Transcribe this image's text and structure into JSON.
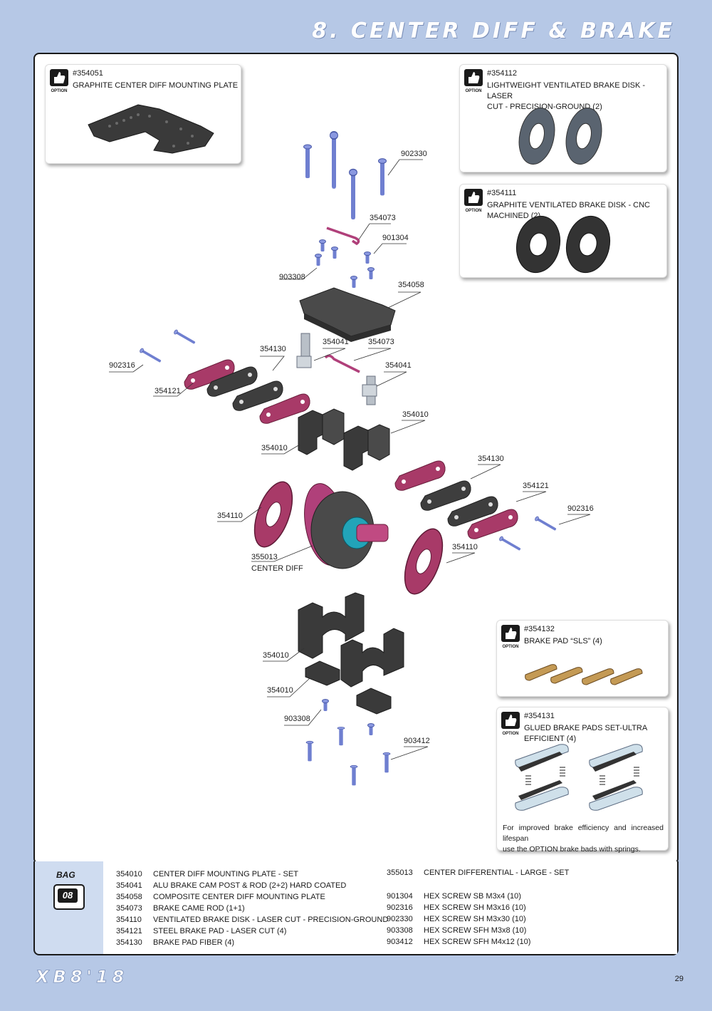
{
  "header": {
    "title": "8. CENTER DIFF & BRAKE"
  },
  "options": [
    {
      "id": "opt1",
      "tag": "OPTION",
      "number": "#354051",
      "name_lines": [
        "GRAPHITE CENTER DIFF MOUNTING PLATE"
      ]
    },
    {
      "id": "opt2",
      "tag": "OPTION",
      "number": "#354112",
      "name_lines": [
        "LIGHTWEIGHT VENTILATED BRAKE DISK - LASER",
        "CUT - PRECISION-GROUND (2)"
      ]
    },
    {
      "id": "opt3",
      "tag": "OPTION",
      "number": "#354111",
      "name_lines": [
        "GRAPHITE VENTILATED BRAKE DISK - CNC MACHINED (2)"
      ]
    },
    {
      "id": "opt4",
      "tag": "OPTION",
      "number": "#354132",
      "name_lines": [
        "BRAKE PAD “SLS” (4)"
      ]
    },
    {
      "id": "opt5",
      "tag": "OPTION",
      "number": "#354131",
      "name_lines": [
        "GLUED BRAKE PADS SET-ULTRA EFFICIENT (4)"
      ],
      "note_lines": [
        "For improved brake efficiency and increased lifespan",
        "use the OPTION brake bads with springs."
      ]
    }
  ],
  "callouts": [
    "902330",
    "354073",
    "901304",
    "903308",
    "354058",
    "354130",
    "354041",
    "354073",
    "354041",
    "902316",
    "354121",
    "354010",
    "354010",
    "354130",
    "354121",
    "902316",
    "354110",
    "354110",
    "355013",
    "CENTER DIFF",
    "354010",
    "354010",
    "903308",
    "903412"
  ],
  "bag": {
    "label": "BAG",
    "number": "08"
  },
  "parts_left": [
    {
      "code": "354010",
      "desc": "CENTER DIFF MOUNTING PLATE - SET"
    },
    {
      "code": "354041",
      "desc": "ALU BRAKE CAM POST & ROD (2+2) HARD COATED"
    },
    {
      "code": "354058",
      "desc": "COMPOSITE CENTER DIFF MOUNTING PLATE"
    },
    {
      "code": "354073",
      "desc": "BRAKE CAME ROD (1+1)"
    },
    {
      "code": "354110",
      "desc": "VENTILATED BRAKE DISK - LASER CUT - PRECISION-GROUND"
    },
    {
      "code": "354121",
      "desc": "STEEL BRAKE PAD - LASER CUT (4)"
    },
    {
      "code": "354130",
      "desc": "BRAKE PAD FIBER (4)"
    }
  ],
  "parts_right": [
    {
      "code": "355013",
      "desc": "CENTER DIFFERENTIAL - LARGE - SET"
    },
    {
      "code": "901304",
      "desc": "HEX SCREW  SB M3x4  (10)"
    },
    {
      "code": "902316",
      "desc": "HEX SCREW  SH M3x16  (10)"
    },
    {
      "code": "902330",
      "desc": "HEX SCREW  SH M3x30  (10)"
    },
    {
      "code": "903308",
      "desc": "HEX SCREW  SFH M3x8  (10)"
    },
    {
      "code": "903412",
      "desc": "HEX SCREW  SFH M4x12  (10)"
    }
  ],
  "footer": {
    "brand": "XB8'18",
    "page": "29"
  },
  "colors": {
    "background": "#b6c8e6",
    "screw": "#6f7fd0",
    "plate": "#4a4a4a",
    "brake_pad": "#a03060",
    "option_disk": "#5a6470",
    "sls_pad": "#c49a55"
  }
}
